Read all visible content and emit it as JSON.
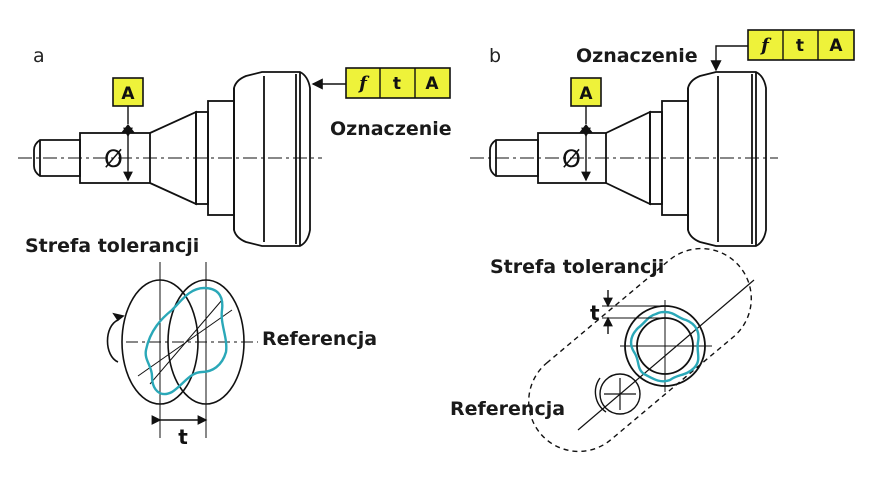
{
  "colors": {
    "frame_fill": "#eef23a",
    "profile": "#2aa8b8",
    "ink": "#111111"
  },
  "panel_a": {
    "letter": "a",
    "datum_letter": "A",
    "frame_cells": [
      "f",
      "t",
      "A"
    ],
    "designation_label": "Oznaczenie",
    "diameter_symbol": "Ø",
    "zone_label": "Strefa tolerancji",
    "reference_label": "Referencja",
    "t_label": "t"
  },
  "panel_b": {
    "letter": "b",
    "datum_letter": "A",
    "frame_cells": [
      "f",
      "t",
      "A"
    ],
    "designation_label": "Oznaczenie",
    "diameter_symbol": "Ø",
    "zone_label": "Strefa tolerancji",
    "reference_label": "Referencja",
    "t_label": "t"
  },
  "icons": [
    "rotation-arrow-icon",
    "datum-triangle-icon",
    "leader-arrow-icon"
  ]
}
